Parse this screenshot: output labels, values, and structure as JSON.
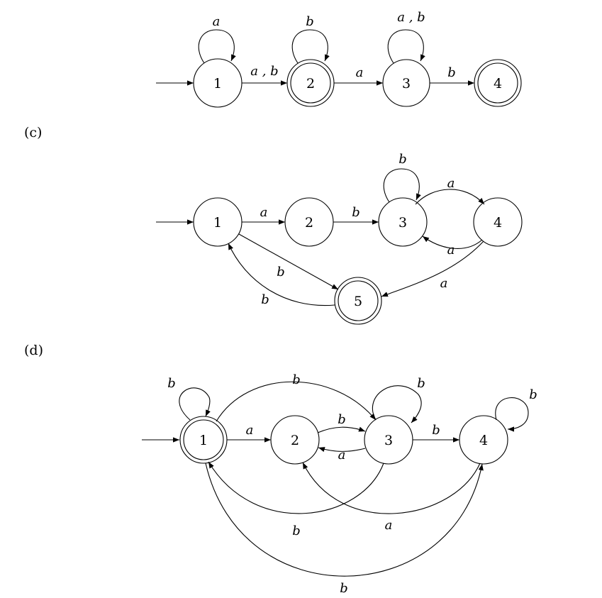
{
  "colors": {
    "stroke": "#000000",
    "background": "#ffffff"
  },
  "diagrams": [
    {
      "label": "",
      "states": [
        {
          "id": "1",
          "accept": false,
          "start": true
        },
        {
          "id": "2",
          "accept": true,
          "start": false
        },
        {
          "id": "3",
          "accept": false,
          "start": false
        },
        {
          "id": "4",
          "accept": true,
          "start": false
        }
      ],
      "transitions": [
        {
          "from": "1",
          "to": "1",
          "label": "a"
        },
        {
          "from": "1",
          "to": "2",
          "label": "a , b"
        },
        {
          "from": "2",
          "to": "2",
          "label": "b"
        },
        {
          "from": "2",
          "to": "3",
          "label": "a"
        },
        {
          "from": "3",
          "to": "3",
          "label": "a , b"
        },
        {
          "from": "3",
          "to": "4",
          "label": "b"
        }
      ]
    },
    {
      "label": "(c)",
      "states": [
        {
          "id": "1",
          "accept": false,
          "start": true
        },
        {
          "id": "2",
          "accept": false,
          "start": false
        },
        {
          "id": "3",
          "accept": false,
          "start": false
        },
        {
          "id": "4",
          "accept": false,
          "start": false
        },
        {
          "id": "5",
          "accept": true,
          "start": false
        }
      ],
      "transitions": [
        {
          "from": "1",
          "to": "2",
          "label": "a"
        },
        {
          "from": "2",
          "to": "3",
          "label": "b"
        },
        {
          "from": "3",
          "to": "3",
          "label": "b"
        },
        {
          "from": "3",
          "to": "4",
          "label": "a"
        },
        {
          "from": "4",
          "to": "3",
          "label": "a"
        },
        {
          "from": "4",
          "to": "5",
          "label": "a"
        },
        {
          "from": "1",
          "to": "5",
          "label": "b"
        },
        {
          "from": "5",
          "to": "1",
          "label": "b"
        }
      ]
    },
    {
      "label": "(d)",
      "states": [
        {
          "id": "1",
          "accept": true,
          "start": true
        },
        {
          "id": "2",
          "accept": false,
          "start": false
        },
        {
          "id": "3",
          "accept": false,
          "start": false
        },
        {
          "id": "4",
          "accept": false,
          "start": false
        }
      ],
      "transitions": [
        {
          "from": "1",
          "to": "1",
          "label": "b"
        },
        {
          "from": "1",
          "to": "2",
          "label": "a"
        },
        {
          "from": "1",
          "to": "3",
          "label": "b"
        },
        {
          "from": "2",
          "to": "3",
          "label": "b"
        },
        {
          "from": "3",
          "to": "2",
          "label": "a"
        },
        {
          "from": "3",
          "to": "3",
          "label": "b"
        },
        {
          "from": "3",
          "to": "4",
          "label": "b"
        },
        {
          "from": "4",
          "to": "4",
          "label": "b"
        },
        {
          "from": "3",
          "to": "1",
          "label": "b"
        },
        {
          "from": "4",
          "to": "2",
          "label": "a"
        },
        {
          "from": "1",
          "to": "4",
          "label": "b"
        }
      ]
    }
  ]
}
